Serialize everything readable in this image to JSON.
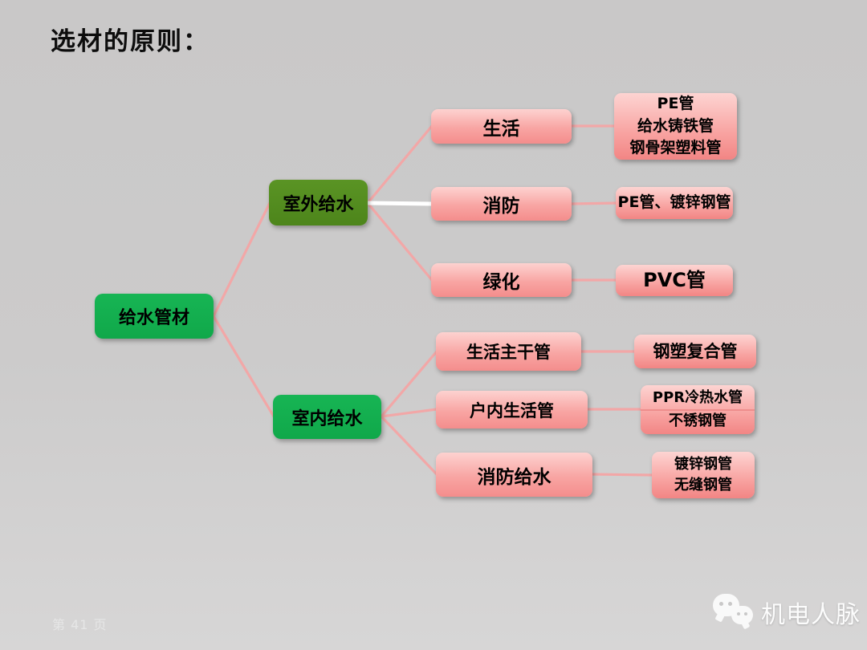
{
  "slide": {
    "title": "选材的原则：",
    "page_number": "第 41 页",
    "watermark": {
      "icon": "wechat-icon",
      "label": "机电人脉"
    }
  },
  "colors": {
    "background": "#cccbcb",
    "green_bright": "#12ad4e",
    "green_olive": "#538f1f",
    "pink_box_top": "#fdd2d0",
    "pink_box_bottom": "#f28584",
    "connector_pink": "#f2a7a7",
    "connector_white": "#ffffff",
    "text": "#000000"
  },
  "tree": {
    "root": {
      "label": "给水管材"
    },
    "branches": [
      {
        "label": "室外给水",
        "children": [
          {
            "label": "生活",
            "materials": [
              "PE管",
              "给水铸铁管",
              "钢骨架塑料管"
            ]
          },
          {
            "label": "消防",
            "materials": [
              "PE管、镀锌钢管"
            ]
          },
          {
            "label": "绿化",
            "materials": [
              "PVC管"
            ]
          }
        ]
      },
      {
        "label": "室内给水",
        "children": [
          {
            "label": "生活主干管",
            "materials": [
              "钢塑复合管"
            ]
          },
          {
            "label": "户内生活管",
            "materials": [
              "PPR冷热水管",
              "不锈钢管"
            ]
          },
          {
            "label": "消防给水",
            "materials": [
              "镀锌钢管",
              "无缝钢管"
            ]
          }
        ]
      }
    ]
  },
  "edges": [
    {
      "from": "给水管材",
      "to": "室外给水",
      "color": "pink"
    },
    {
      "from": "给水管材",
      "to": "室内给水",
      "color": "pink"
    },
    {
      "from": "室外给水",
      "to": "生活",
      "color": "pink"
    },
    {
      "from": "室外给水",
      "to": "消防",
      "color": "white"
    },
    {
      "from": "室外给水",
      "to": "绿化",
      "color": "pink"
    },
    {
      "from": "生活",
      "to": "PE管 给水铸铁管 钢骨架塑料管",
      "color": "pink"
    },
    {
      "from": "消防",
      "to": "PE管、镀锌钢管",
      "color": "pink"
    },
    {
      "from": "绿化",
      "to": "PVC管",
      "color": "pink"
    },
    {
      "from": "室内给水",
      "to": "生活主干管",
      "color": "pink"
    },
    {
      "from": "室内给水",
      "to": "户内生活管",
      "color": "pink"
    },
    {
      "from": "室内给水",
      "to": "消防给水",
      "color": "pink"
    },
    {
      "from": "生活主干管",
      "to": "钢塑复合管",
      "color": "pink"
    },
    {
      "from": "户内生活管",
      "to": "PPR冷热水管 不锈钢管",
      "color": "pink"
    },
    {
      "from": "消防给水",
      "to": "镀锌钢管 无缝钢管",
      "color": "pink"
    }
  ]
}
